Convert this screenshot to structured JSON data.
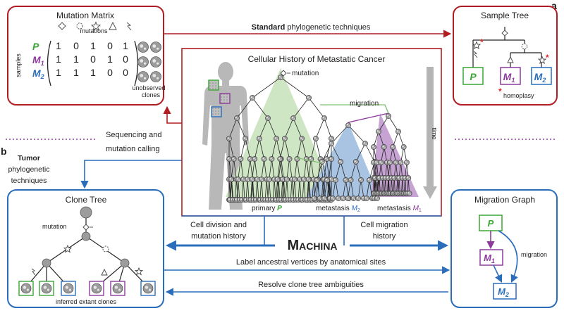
{
  "panel_letters": {
    "a": "a",
    "b": "b"
  },
  "mutation_matrix": {
    "title": "Mutation Matrix",
    "mutations_label": "mutations",
    "samples_label": "samples",
    "rows": [
      {
        "name": "P",
        "subscript": "",
        "values": [
          "1",
          "0",
          "1",
          "0",
          "1"
        ],
        "color": "#3aa635"
      },
      {
        "name": "M",
        "subscript": "1",
        "values": [
          "1",
          "1",
          "0",
          "1",
          "0"
        ],
        "color": "#8e3a9d"
      },
      {
        "name": "M",
        "subscript": "2",
        "values": [
          "1",
          "1",
          "1",
          "0",
          "0"
        ],
        "color": "#2a6ebb"
      }
    ],
    "unobserved_line1": "unobserved",
    "unobserved_line2": "clones"
  },
  "sample_tree": {
    "title": "Sample Tree",
    "leaves": [
      {
        "name": "P",
        "subscript": "",
        "color": "#3aa635"
      },
      {
        "name": "M",
        "subscript": "1",
        "color": "#8e3a9d"
      },
      {
        "name": "M",
        "subscript": "2",
        "color": "#2a6ebb"
      }
    ],
    "homoplasy_star": "*",
    "homoplasy_label": "homoplasy"
  },
  "center": {
    "title": "Cellular History of Metastatic Cancer",
    "mutation_label": "mutation",
    "migration_label": "migration",
    "time_label": "time",
    "primary_label": "primary",
    "primary_site": "P",
    "met2_label": "metastasis",
    "met2_site": "M",
    "met2_sub": "2",
    "met1_label": "metastasis",
    "met1_site": "M",
    "met1_sub": "1"
  },
  "arrows": {
    "standard_bold": "Standard",
    "standard_rest": "phylogenetic techniques",
    "sequencing_line1": "Sequencing and",
    "sequencing_line2": "mutation calling",
    "tumor_bold": "Tumor",
    "tumor_line2": "phylogenetic",
    "tumor_line3": "techniques",
    "cell_div_line1": "Cell division and",
    "cell_div_line2": "mutation history",
    "machina": "Machina",
    "cell_mig_line1": "Cell migration",
    "cell_mig_line2": "history",
    "label_ancestral": "Label ancestral vertices by anatomical sites",
    "resolve": "Resolve clone tree ambiguities"
  },
  "clone_tree": {
    "title": "Clone Tree",
    "mutation_label": "mutation",
    "inferred_label": "inferred extant clones"
  },
  "migration_graph": {
    "title": "Migration Graph",
    "p": "P",
    "m1": "M",
    "m1_sub": "1",
    "m2": "M",
    "m2_sub": "2",
    "migration_label": "migration"
  },
  "colors": {
    "red": "#b01e23",
    "blue": "#2a6ebb",
    "green": "#3aa635",
    "purple": "#8e3a9d",
    "green_fill": "#cfe6c4",
    "blue_fill": "#a9c4e3",
    "purple_fill": "#c6a3d3"
  }
}
